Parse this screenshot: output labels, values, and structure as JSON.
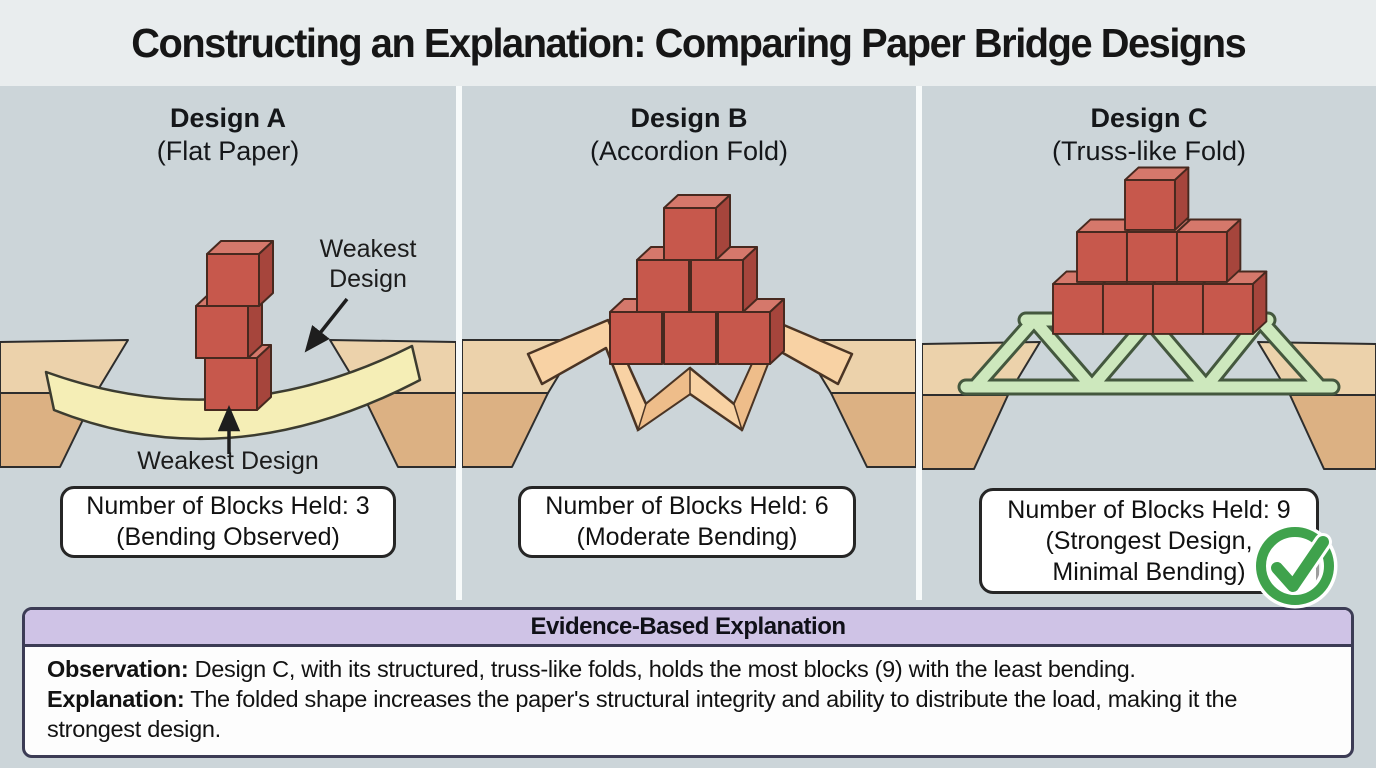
{
  "title": "Constructing an Explanation: Comparing Paper Bridge Designs",
  "panels": [
    {
      "heading": "Design A",
      "subheading": "(Flat Paper)",
      "blocks_held": 3,
      "annotation_upper_line1": "Weakest",
      "annotation_upper_line2": "Design",
      "annotation_lower": "Weakest Design",
      "caption_line1": "Number of Blocks Held: 3",
      "caption_line2": "(Bending Observed)"
    },
    {
      "heading": "Design B",
      "subheading": "(Accordion Fold)",
      "blocks_held": 6,
      "caption_line1": "Number of Blocks Held: 6",
      "caption_line2": "(Moderate Bending)"
    },
    {
      "heading": "Design C",
      "subheading": "(Truss-like Fold)",
      "blocks_held": 9,
      "caption_line1": "Number of Blocks Held: 9",
      "caption_line2": "(Strongest Design,",
      "caption_line3": "Minimal Bending)"
    }
  ],
  "explanation": {
    "header": "Evidence-Based Explanation",
    "observation_label": "Observation:",
    "observation_text": "Design C, with its structured, truss-like folds, holds the most blocks (9) with the least bending.",
    "explanation_label": "Explanation:",
    "explanation_text": "The folded shape increases the paper's structural integrity and ability to distribute the load, making it the strongest design."
  },
  "icons": {
    "checkmark": "check-icon"
  },
  "colors": {
    "panel_background": "#ccd5d9",
    "title_background": "#e9edee",
    "block_red": "#c7584c",
    "paper_yellow": "#f5eeb6",
    "accordion_orange": "#f8d2a4",
    "truss_green": "#cde8bd",
    "support_tan": "#dcb183",
    "check_green": "#3fa24c",
    "header_purple": "#cfc3e6"
  }
}
